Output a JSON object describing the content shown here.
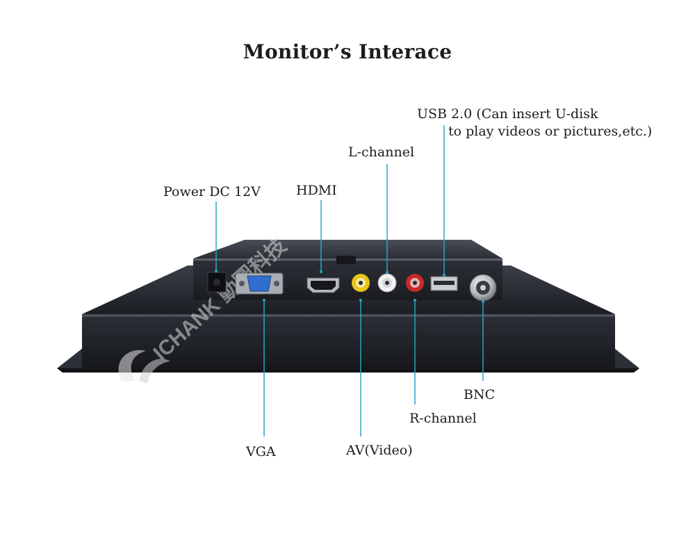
{
  "title": "Monitor’s Interace",
  "labels": {
    "power": "Power DC 12V",
    "hdmi": "HDMI",
    "l_channel": "L-channel",
    "usb_line1": "USB 2.0 (Can insert U-disk",
    "usb_line2": "to play videos or pictures,etc.)",
    "vga": "VGA",
    "av_video": "AV(Video)",
    "r_channel": "R-channel",
    "bnc": "BNC"
  },
  "watermark": "ICHANK 動圖科技",
  "colors": {
    "leader_line": "#2aa4c8",
    "chassis": "#22252b",
    "connector_yellow": "#e8c417",
    "connector_red": "#c62a2a",
    "vga_blue": "#2f6fd0"
  }
}
